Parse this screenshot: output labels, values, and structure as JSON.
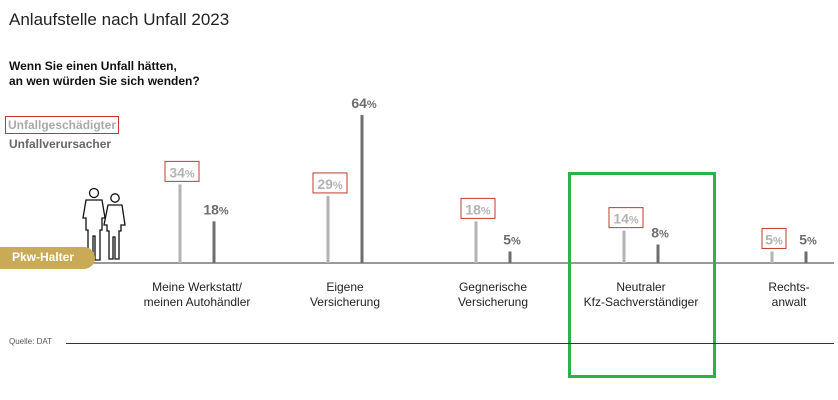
{
  "title": "Anlaufstelle nach Unfall 2023",
  "question": [
    "Wenn Sie einen Unfall hätten,",
    "an wen würden Sie sich wenden?"
  ],
  "colors": {
    "series_a": "#b3b3b3",
    "series_b": "#6e6e6e",
    "label_box": "#c0392b",
    "badge": "#c9aa57",
    "highlight": "#2db24a"
  },
  "badge_label": "Pkw-Halter",
  "source": "Quelle: DAT",
  "icon": "people-silhouette-icon",
  "chart_data": {
    "type": "bar",
    "categories": [
      [
        "Meine Werkstatt/",
        "meinen Autohändler"
      ],
      [
        "Eigene",
        "Versicherung"
      ],
      [
        "Gegnerische",
        "Versicherung"
      ],
      [
        "Neutraler",
        "Kfz-Sachverständiger"
      ],
      [
        "Rechts-",
        "anwalt"
      ]
    ],
    "series": [
      {
        "name": "Unfallgeschädigter",
        "values": [
          34,
          29,
          18,
          14,
          5
        ]
      },
      {
        "name": "Unfallverursacher",
        "values": [
          18,
          64,
          5,
          8,
          5
        ]
      }
    ],
    "unit": "%",
    "ylim": [
      0,
      64
    ],
    "highlighted_category": 3
  }
}
